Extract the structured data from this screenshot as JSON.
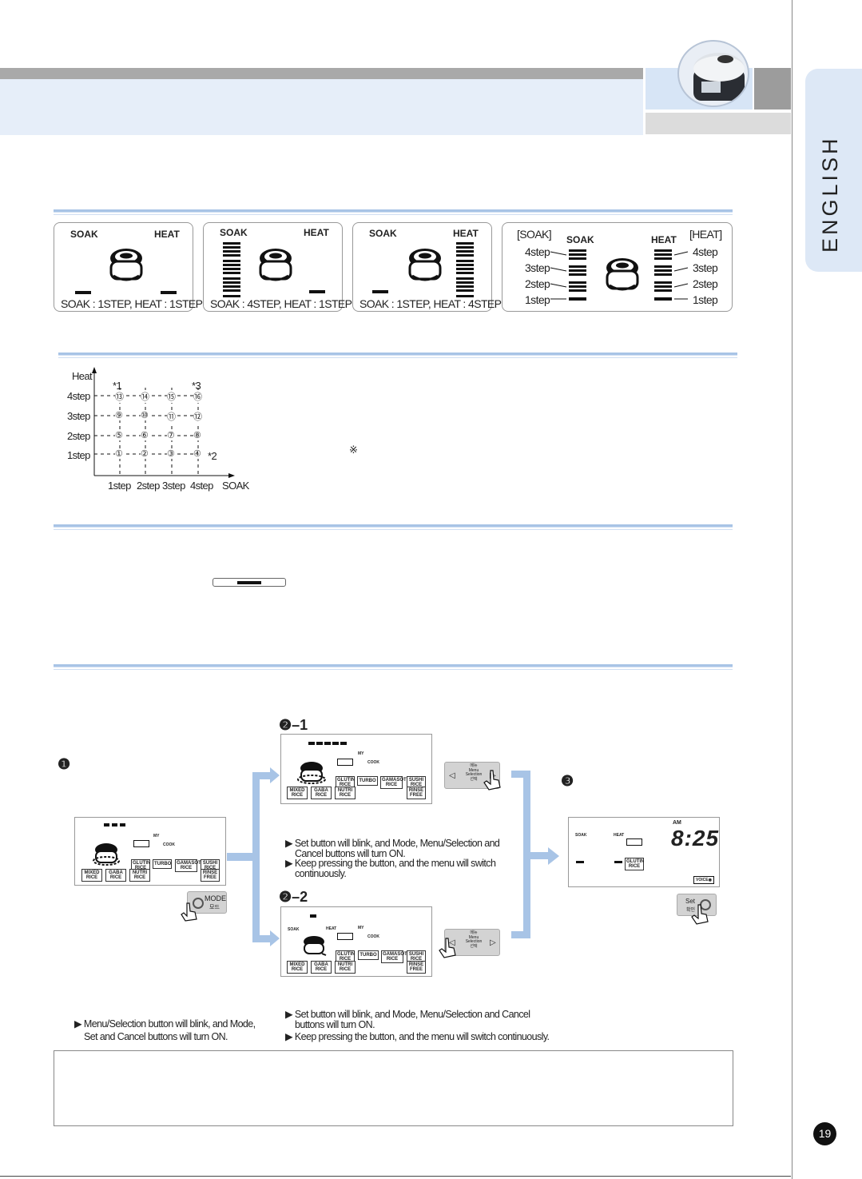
{
  "tab": {
    "label": "ENGLISH"
  },
  "page_number": "19",
  "soak_heat_panels": [
    {
      "soak": "SOAK",
      "heat": "HEAT",
      "caption": "SOAK : 1STEP, HEAT : 1STEP"
    },
    {
      "soak": "SOAK",
      "heat": "HEAT",
      "caption": "SOAK : 4STEP, HEAT : 1STEP"
    },
    {
      "soak": "SOAK",
      "heat": "HEAT",
      "caption": "SOAK : 1STEP, HEAT : 4STEP"
    }
  ],
  "legend_panel": {
    "soak_bracket": "[SOAK]",
    "heat_bracket": "[HEAT]",
    "soak": "SOAK",
    "heat": "HEAT",
    "steps_left": [
      "4step",
      "3step",
      "2step",
      "1step"
    ],
    "steps_right": [
      "4step",
      "3step",
      "2step",
      "1step"
    ]
  },
  "grid": {
    "y_title": "Heat",
    "x_title": "SOAK",
    "y_labels": [
      "4step",
      "3step",
      "2step",
      "1step"
    ],
    "x_labels": [
      "1step",
      "2step",
      "3step",
      "4step"
    ],
    "rows": [
      [
        "⑬",
        "⑭",
        "⑮",
        "⑯"
      ],
      [
        "⑨",
        "⑩",
        "⑪",
        "⑫"
      ],
      [
        "⑤",
        "⑥",
        "⑦",
        "⑧"
      ],
      [
        "①",
        "②",
        "③",
        "④"
      ]
    ],
    "mark1": "*1",
    "mark2": "*2",
    "mark3": "*3",
    "note_symbol": "※"
  },
  "steps": {
    "s21": "❷–1",
    "s22": "❷–2",
    "s1": "❶",
    "s3": "❸"
  },
  "lcd": {
    "my": "MY",
    "cook": "COOK",
    "soak": "SOAK",
    "heat": "HEAT",
    "am": "AM",
    "time": "8:25",
    "voice": "VOICE",
    "buttons_top": [
      "GLUTIN RICE",
      "TURBO",
      "GAMASOT RICE",
      "SUSHI RICE"
    ],
    "buttons_bottom": [
      "MIXED RICE",
      "GABA RICE",
      "NUTRI RICE",
      "RINSE FREE"
    ],
    "glutin": "GLUTIN RICE"
  },
  "hw_buttons": {
    "mode": "MODE",
    "mode_kr": "모드",
    "menu_kr": "메뉴",
    "menu": "Menu",
    "selection": "Selection",
    "select_kr": "선택",
    "set": "Set",
    "set_kr": "확인"
  },
  "notes": {
    "mid_1": "▶ Set button will blink, and Mode, Menu/Selection and",
    "mid_1b": "Cancel buttons will turn ON.",
    "mid_2": "▶ Keep pressing the button, and the menu will switch",
    "mid_2b": "continuously.",
    "left_1": "▶ Menu/Selection button will blink, and Mode,",
    "left_1b": "Set and Cancel buttons will turn ON.",
    "bot_1": "▶ Set button will blink, and Mode, Menu/Selection and Cancel",
    "bot_1b": "buttons will turn ON.",
    "bot_2": "▶ Keep pressing the button, and the menu will switch continuously."
  }
}
